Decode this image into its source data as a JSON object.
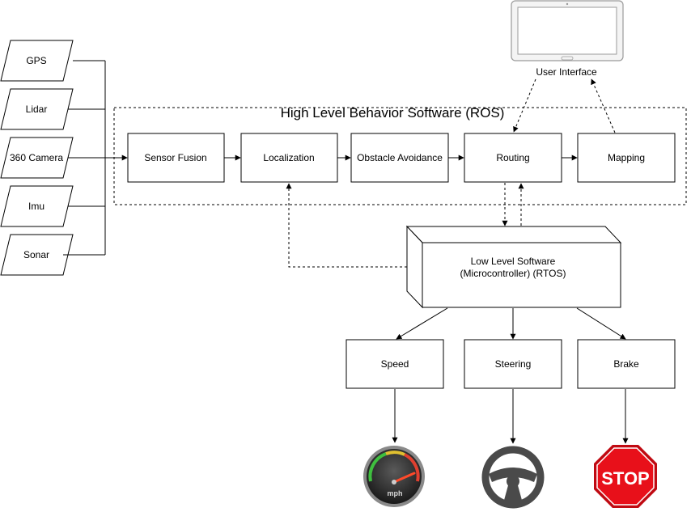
{
  "inputs": {
    "gps": "GPS",
    "lidar": "Lidar",
    "camera": "360 Camera",
    "imu": "Imu",
    "sonar": "Sonar"
  },
  "ros": {
    "title": "High Level Behavior Software (ROS)",
    "sensor_fusion": "Sensor Fusion",
    "localization": "Localization",
    "obstacle_avoidance": "Obstacle Avoidance",
    "routing": "Routing",
    "mapping": "Mapping"
  },
  "user_interface": "User Interface",
  "low_level": {
    "line1": "Low Level Software",
    "line2": "(Microcontroller) (RTOS)"
  },
  "outputs": {
    "speed": "Speed",
    "steering": "Steering",
    "brake": "Brake"
  },
  "icons": {
    "speedometer_text": "mph",
    "stop_sign_text": "STOP",
    "stop_color": "#e8101a",
    "wheel_color": "#4a4a4a"
  }
}
